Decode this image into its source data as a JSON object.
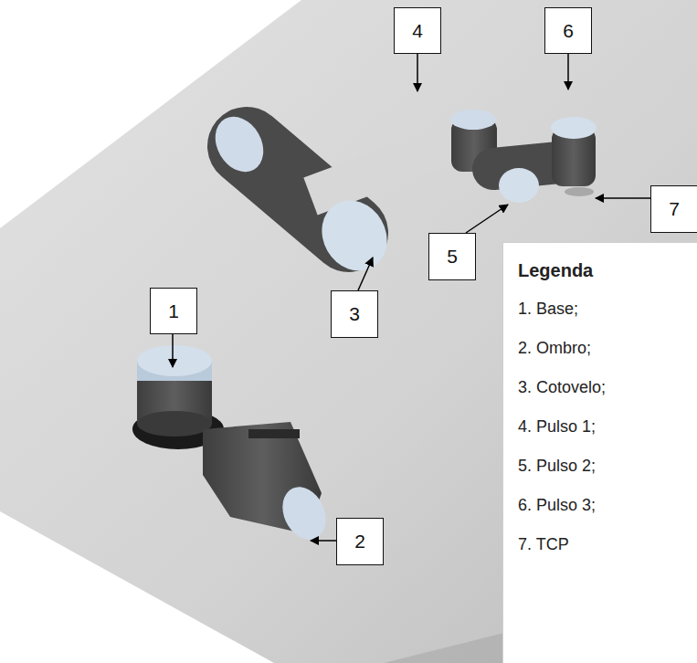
{
  "diagram": {
    "nodes": [
      {
        "text": [
          "4"
        ]
      },
      {
        "text": [
          "6"
        ]
      },
      {
        "text": [
          "7"
        ]
      },
      {
        "text": [
          "5"
        ]
      },
      {
        "text": [
          "Legenda",
          "1. Base;",
          "2. Ombro;",
          "3. Cotovelo;",
          "4. Pulso 1;",
          "5. Pulso 2;",
          "6. Pulso 3;",
          "7. TCP"
        ]
      },
      {
        "text": [
          "1"
        ]
      },
      {
        "text": [
          "3"
        ]
      },
      {
        "text": [
          "2"
        ]
      }
    ]
  }
}
